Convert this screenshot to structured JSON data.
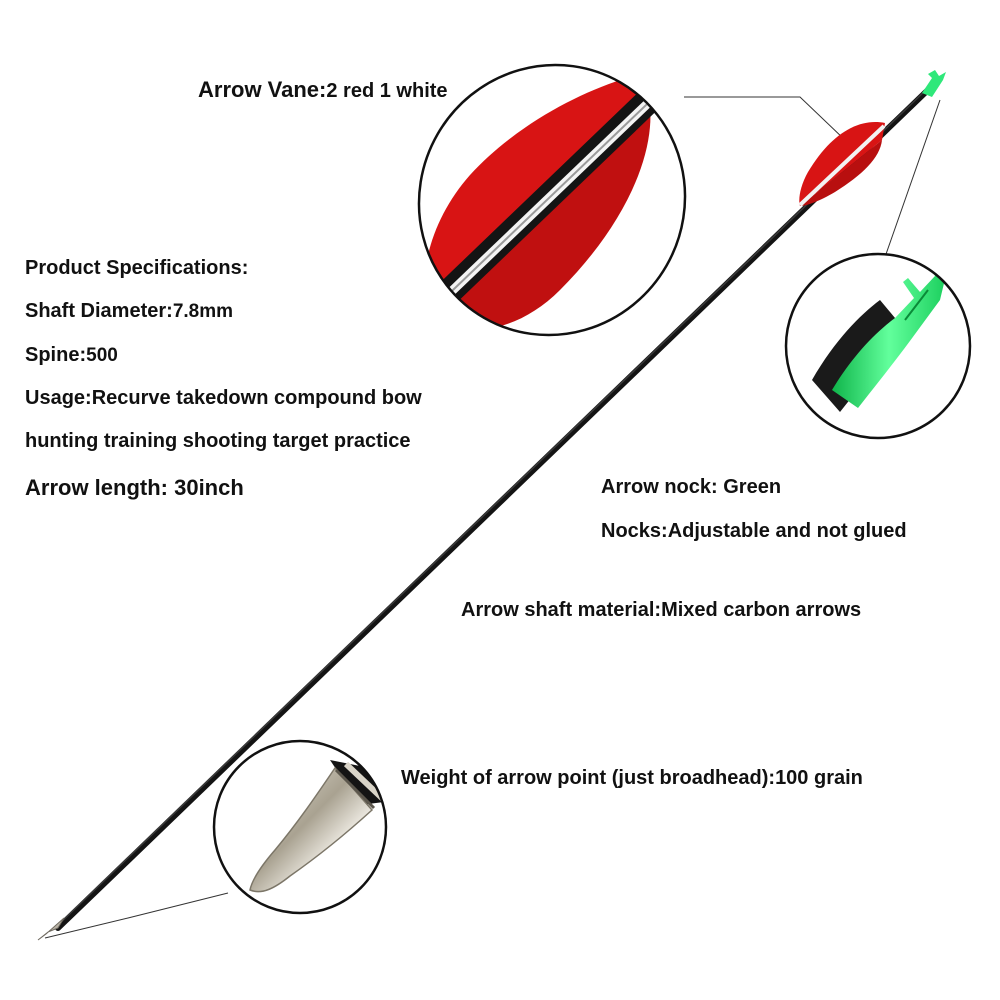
{
  "vane": {
    "label": "Arrow Vane:",
    "value": "2 red 1 white"
  },
  "specs": {
    "heading": "Product Specifications:",
    "shaft_label": "Shaft Diameter:",
    "shaft_value": "7.8mm",
    "spine_label": "Spine:",
    "spine_value": "500",
    "usage_line1": "Usage:Recurve takedown compound bow",
    "usage_line2": "hunting training shooting target practice",
    "length": "Arrow length: 30inch"
  },
  "nock": {
    "color": "Arrow nock: Green",
    "nocks": "Nocks:Adjustable and not glued"
  },
  "shaft_material": {
    "label": "Arrow shaft material:",
    "value": "Mixed carbon arrows"
  },
  "point_weight": {
    "label": "Weight of arrow point (just broadhead):",
    "value": "100 grain"
  },
  "colors": {
    "vane_red": "#d81414",
    "vane_white": "#f2f2f2",
    "nock_green": "#2fe87a",
    "shaft_black": "#141414",
    "point_silver": "#b9b3a6"
  },
  "icons": [
    "arrow-vane-zoom",
    "arrow-nock-zoom",
    "arrow-point-zoom",
    "carbon-arrow"
  ]
}
